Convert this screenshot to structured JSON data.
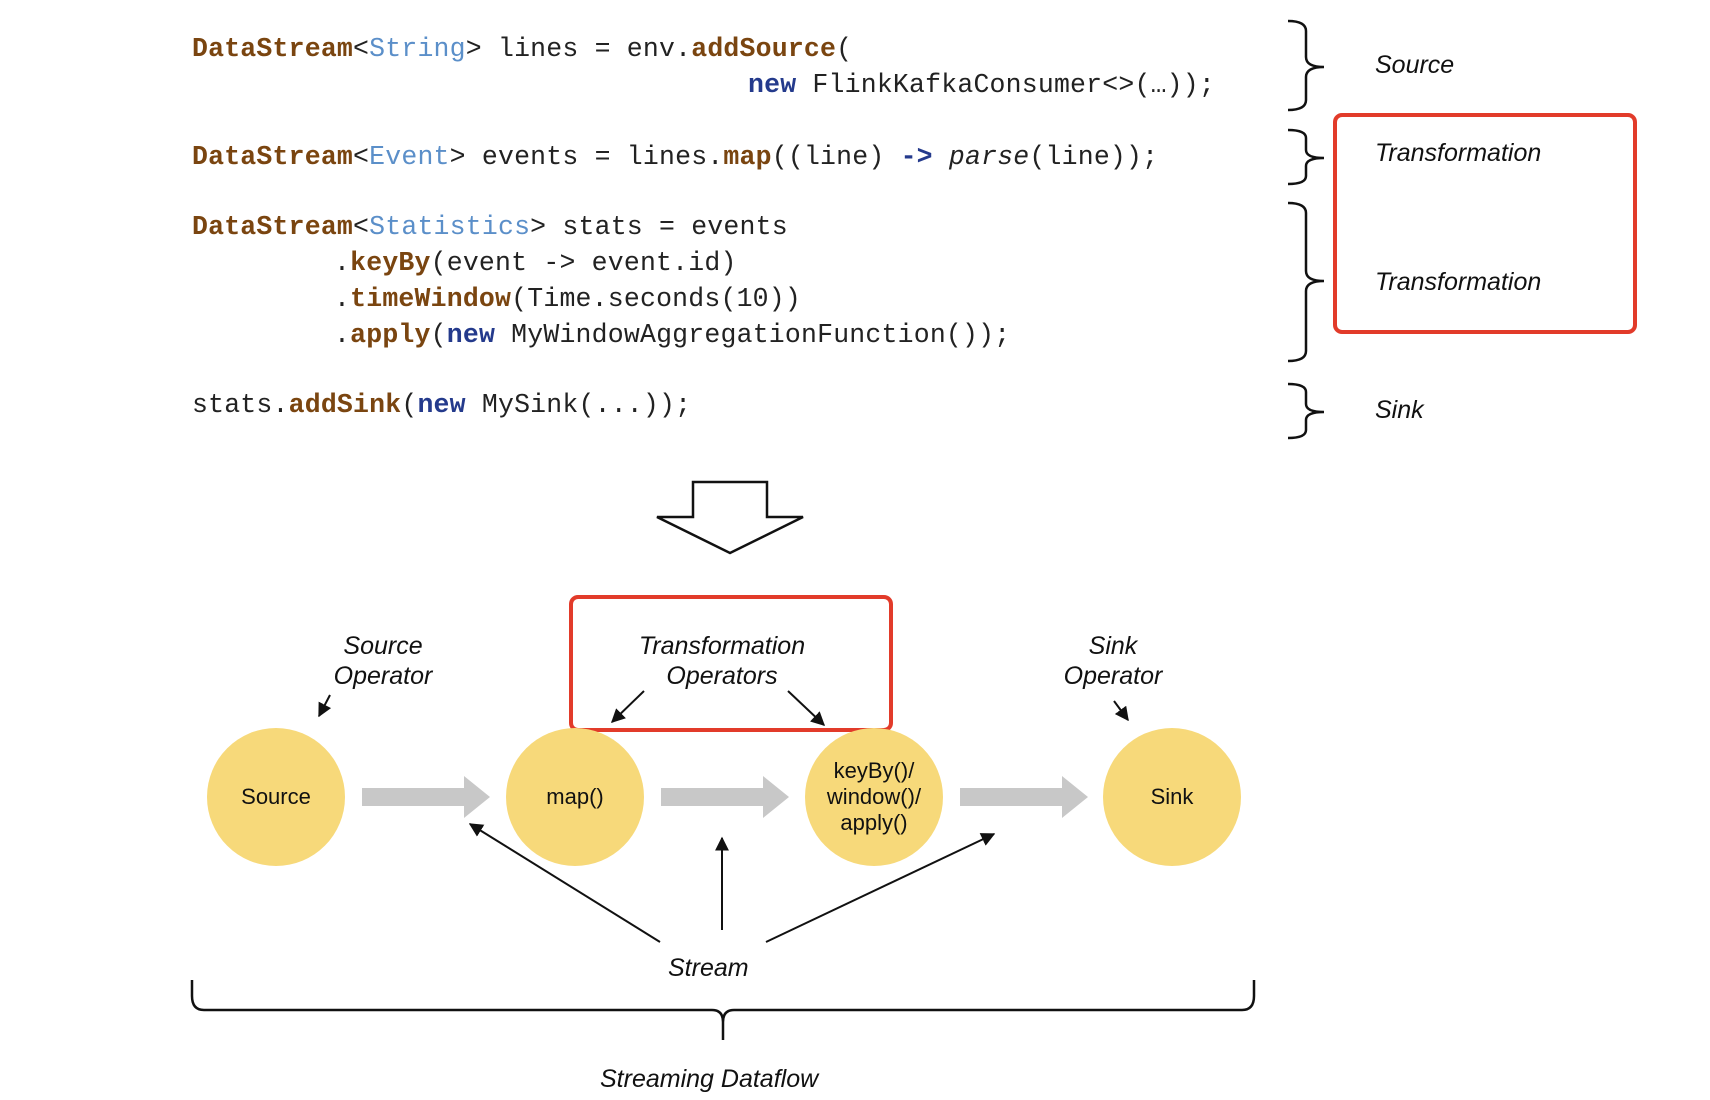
{
  "code": {
    "line1": {
      "kw": "DataStream",
      "lt": "<",
      "type": "String",
      "gt": ">",
      "mid": " lines = env.",
      "method": "addSource",
      "end": "("
    },
    "line2": {
      "kw": "new",
      "rest": " FlinkKafkaConsumer<>(…));"
    },
    "line3": {
      "kw": "DataStream",
      "lt": "<",
      "type": "Event",
      "gt": ">",
      "mid": " events = lines.",
      "method": "map",
      "open": "((line) ",
      "arrow": "->",
      "sp": " ",
      "fn": "parse",
      "end": "(line));"
    },
    "line4": {
      "kw": "DataStream",
      "lt": "<",
      "type": "Statistics",
      "gt": ">",
      "rest": " stats = events"
    },
    "line5": {
      "dot": ".",
      "method": "keyBy",
      "rest": "(event -> event.id)"
    },
    "line6": {
      "dot": ".",
      "method": "timeWindow",
      "rest": "(Time.seconds(10))"
    },
    "line7": {
      "dot": ".",
      "method": "apply",
      "open": "(",
      "kw": "new",
      "rest": " MyWindowAggregationFunction());"
    },
    "line8": {
      "start": "stats.",
      "method": "addSink",
      "open": "(",
      "kw": "new",
      "rest": " MySink(...));"
    }
  },
  "code_labels": {
    "source": "Source",
    "transformation_1": "Transformation",
    "transformation_2": "Transformation",
    "sink": "Sink"
  },
  "dataflow": {
    "source_operator_label": [
      "Source",
      "Operator"
    ],
    "transformation_operators_label": [
      "Transformation",
      "Operators"
    ],
    "sink_operator_label": [
      "Sink",
      "Operator"
    ],
    "nodes": {
      "source": "Source",
      "map": "map()",
      "keyby": [
        "keyBy()/",
        "window()/",
        "apply()"
      ],
      "sink": "Sink"
    },
    "stream_label": "Stream",
    "streaming_dataflow_label": "Streaming Dataflow"
  },
  "colors": {
    "keyword": "#7a4510",
    "type": "#5b8fc9",
    "new_keyword": "#243a8c",
    "node_fill": "#f7d97a",
    "highlight_box": "#e23b2a",
    "flow_arrow": "#c8c8c8"
  }
}
